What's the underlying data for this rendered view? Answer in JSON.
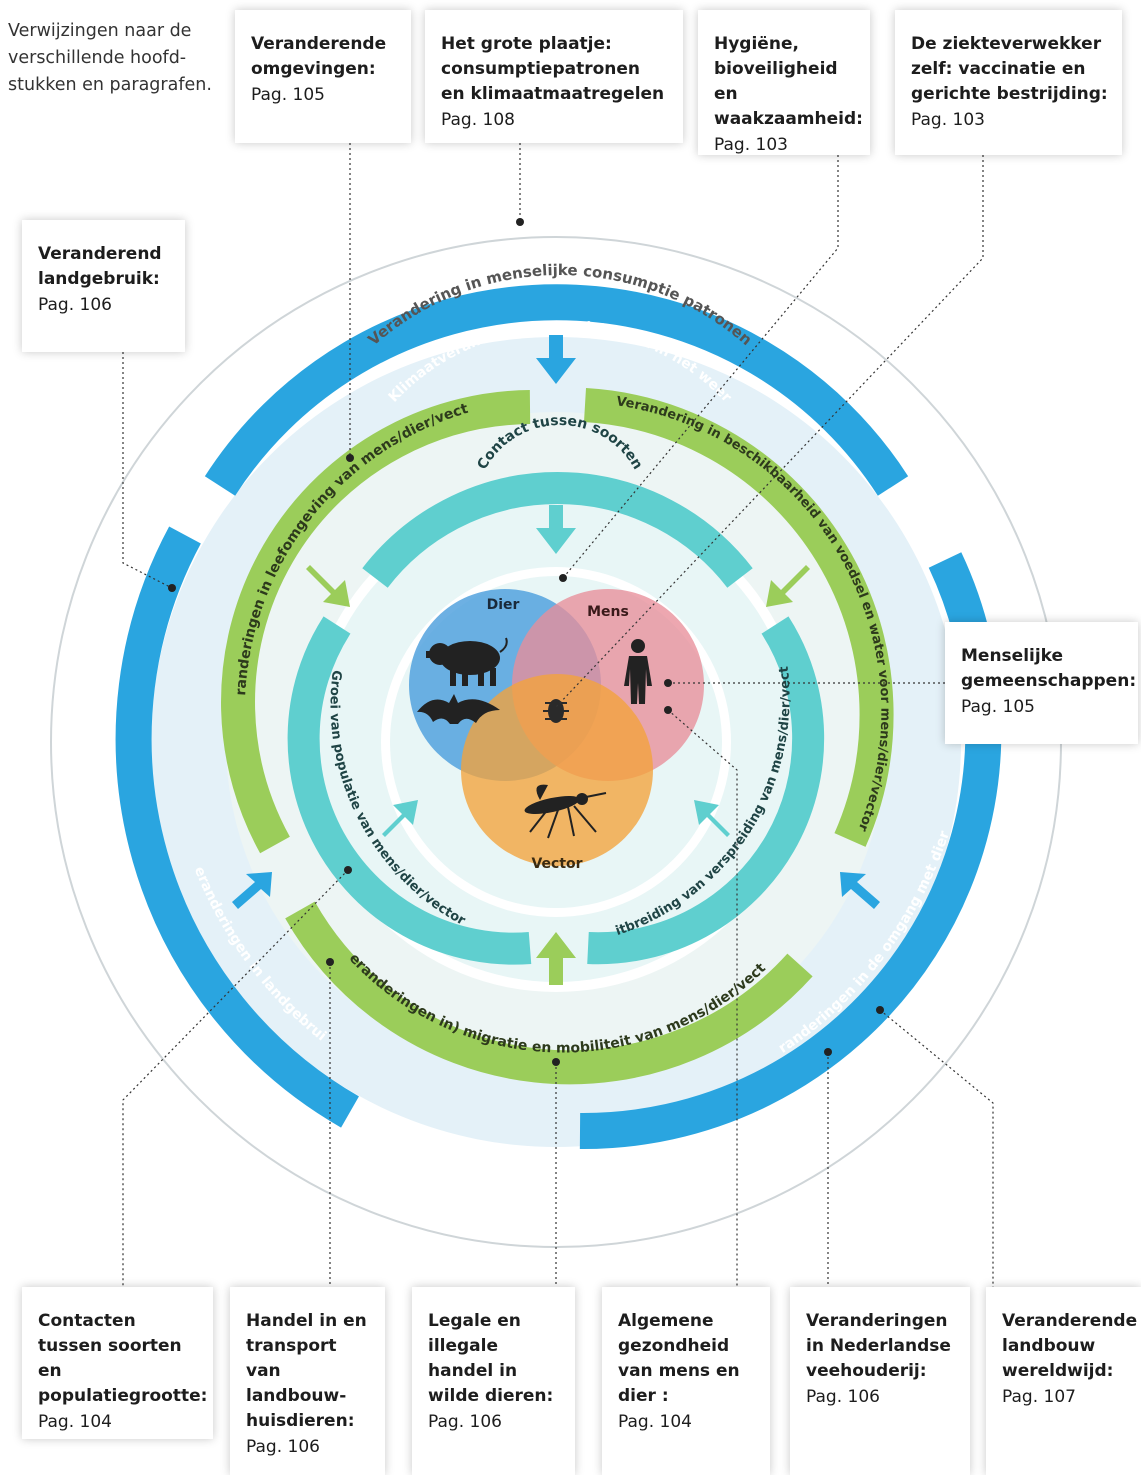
{
  "intro": "Verwijzingen naar de verschillende hoofd-stukken en paragrafen.",
  "top_boxes": [
    {
      "title": "Veranderende omgevingen:",
      "page": "Pag. 105"
    },
    {
      "title": "Het grote plaatje: consumptiepatronen en klimaatmaatregelen",
      "page": "Pag. 108"
    },
    {
      "title": "Hygiëne, bioveiligheid en waakzaamheid:",
      "page": "Pag. 103"
    },
    {
      "title": "De ziekteverwekker zelf: vaccinatie en gerichte bestrijding:",
      "page": "Pag. 103"
    }
  ],
  "left_box": {
    "title": "Veranderend landgebruik:",
    "page": "Pag. 106"
  },
  "right_box": {
    "title": "Menselijke gemeenschappen:",
    "page": "Pag. 105"
  },
  "bottom_boxes": [
    {
      "title": "Contacten tussen soorten en populatiegrootte:",
      "page": "Pag. 104"
    },
    {
      "title": "Handel in en transport van landbouw-huisdieren:",
      "page": "Pag. 106"
    },
    {
      "title": "Legale en illegale handel in wilde dieren:",
      "page": "Pag. 106"
    },
    {
      "title": "Algemene gezondheid van mens en dier :",
      "page": "Pag. 104"
    },
    {
      "title": "Veranderingen in Nederlandse veehouderij:",
      "page": "Pag. 106"
    },
    {
      "title": "Veranderende landbouw wereldwijd:",
      "page": "Pag. 107"
    }
  ],
  "rings": {
    "outer": "Verandering in menselijke consumptie patronen",
    "blue_top": "Klimaatverandering en variabiliteit in het weer",
    "blue_left": "Veranderingen in landgebruik",
    "blue_right": "Veranderingen in de omgang met dieren",
    "green_left": "Veranderingen in leefomgeving van mens/dier/vector",
    "green_right": "Verandering in beschikbaarheid van voedsel en water voor mens/dier/vector",
    "green_bottom": "(Veranderingen in) migratie en mobiliteit van mens/dier/vector",
    "teal_top": "Contact tussen soorten",
    "teal_left": "Groei van populatie van mens/dier/vector",
    "teal_right": "Uitbreiding van verspreiding van mens/dier/vector"
  },
  "venn": {
    "dier": "Dier",
    "mens": "Mens",
    "vector": "Vector"
  },
  "colors": {
    "blue": "#2aa5e0",
    "green": "#9bcd5a",
    "teal": "#5fcfcf",
    "dier": "#4d9fdd",
    "mens": "#e88e9a",
    "vector": "#f3a33b"
  },
  "icons": [
    "pig-icon",
    "bat-icon",
    "human-icon",
    "mosquito-icon",
    "virus-icon"
  ]
}
